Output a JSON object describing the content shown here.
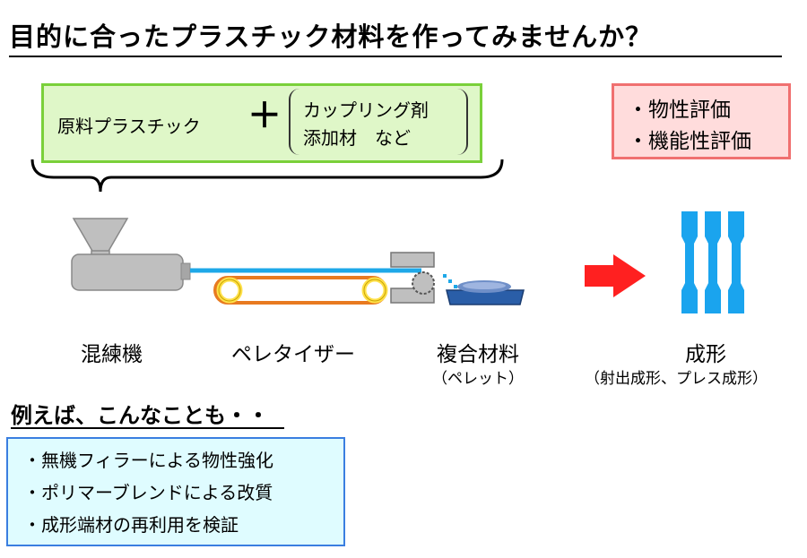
{
  "title": "目的に合ったプラスチック材料を作ってみませんか？",
  "inputs": {
    "raw_material": "原料プラスチック",
    "plus": "＋",
    "additive_line1": "カップリング剤",
    "additive_line2": "添加材　など"
  },
  "evaluation": {
    "item1": "・物性評価",
    "item2": "・機能性評価"
  },
  "stages": {
    "kneader": "混練機",
    "pelletizer": "ペレタイザー",
    "composite": "複合材料",
    "composite_note": "（ペレット）",
    "molding": "成形",
    "molding_note": "（射出成形、プレス成形）"
  },
  "examples": {
    "heading": "例えば、こんなことも・・",
    "items": [
      "・無機フィラーによる物性強化",
      "・ポリマーブレンドによる改質",
      "・成形端材の再利用を検証"
    ]
  },
  "colors": {
    "machine_gray": "#bfbfbf",
    "strand_blue": "#1ea8e8",
    "belt_orange": "#e87a20",
    "roller_yellow": "#ffe14a",
    "pellet_blue": "#2a5ea8",
    "arrow_red": "#ff2020",
    "specimen_blue": "#1aa4ee"
  }
}
